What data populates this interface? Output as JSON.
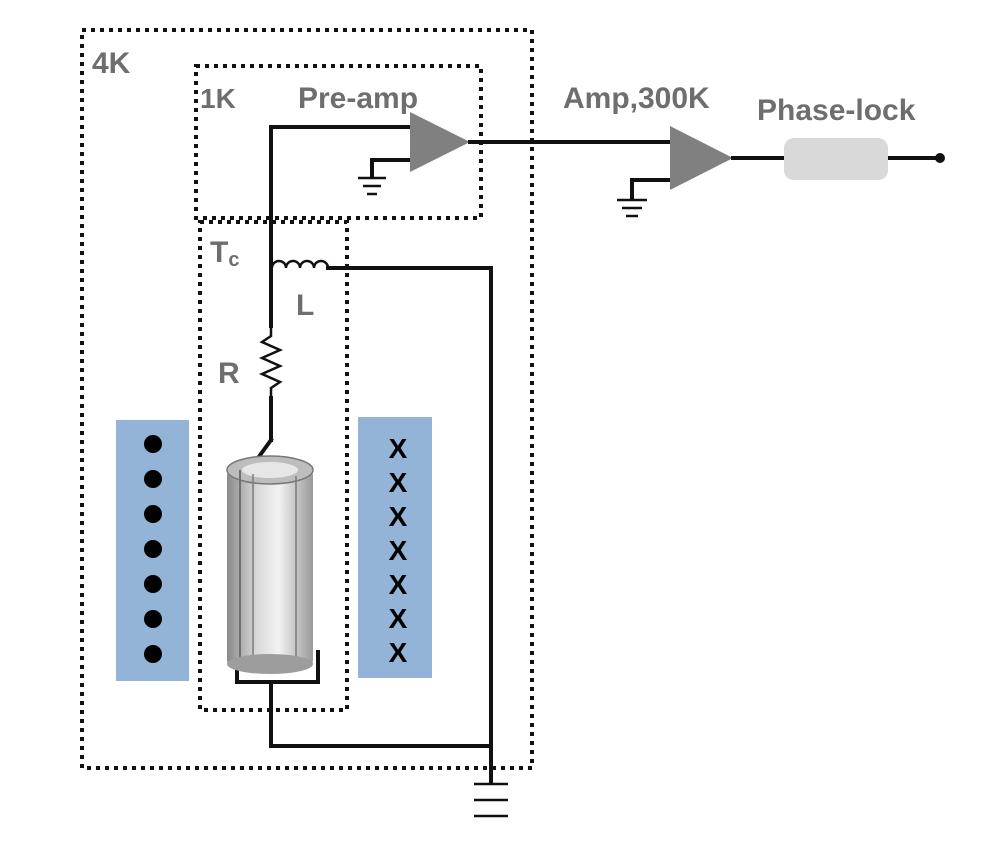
{
  "labels": {
    "stage_4k": "4K",
    "stage_1k": "1K",
    "preamp": "Pre-amp",
    "tc_main": "T",
    "tc_sub": "c",
    "inductor": "L",
    "resistor": "R",
    "amp": "Amp,300K",
    "phase_lock": "Phase-lock"
  },
  "coil_left_symbols": [
    "•",
    "•",
    "•",
    "•",
    "•",
    "•",
    "•"
  ],
  "coil_right_symbols": [
    "X",
    "X",
    "X",
    "X",
    "X",
    "X",
    "X"
  ],
  "colors": {
    "wire": "#111111",
    "amplifier": "#808080",
    "phase_lock_box": "#d9d9d9",
    "coil_panel": "#93b3d7",
    "label_text": "#6e6e6e"
  }
}
